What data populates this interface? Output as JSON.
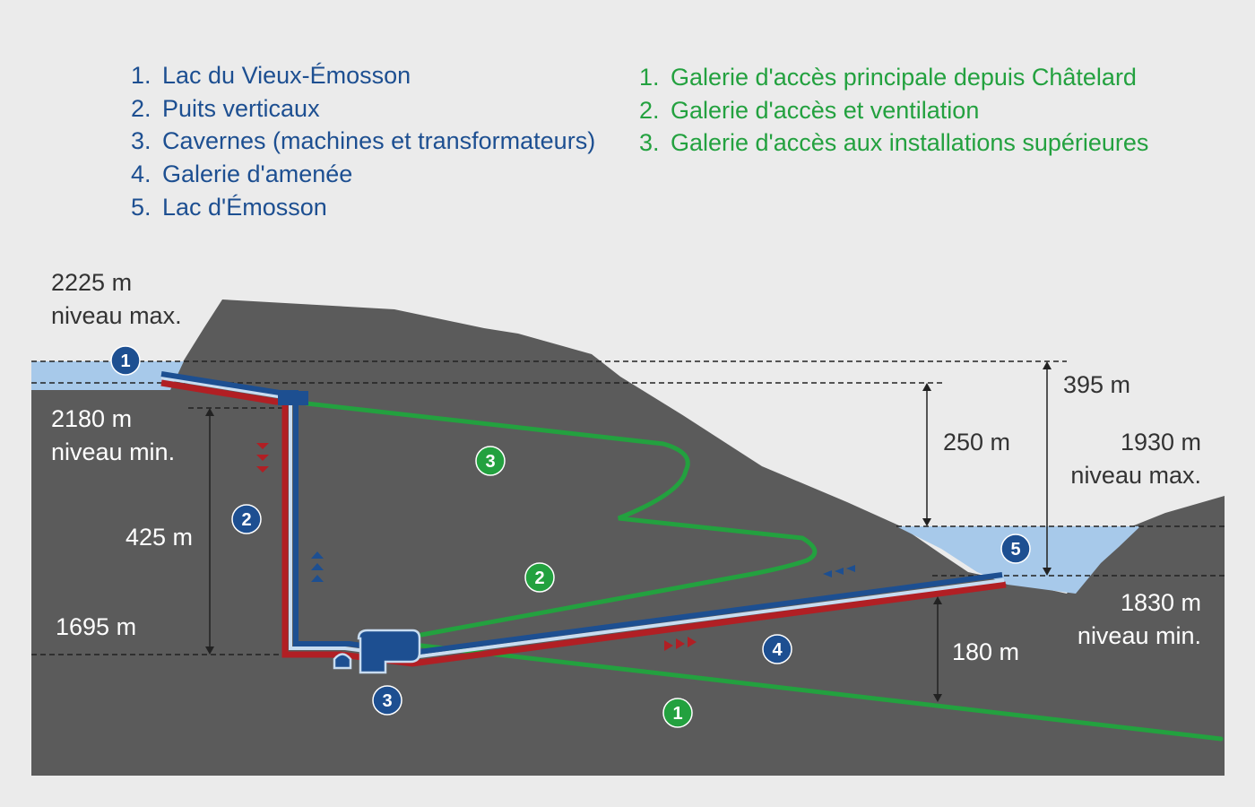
{
  "legend_blue": [
    {
      "num": "1.",
      "label": "Lac du Vieux-Émosson"
    },
    {
      "num": "2.",
      "label": "Puits verticaux"
    },
    {
      "num": "3.",
      "label": "Cavernes (machines et transformateurs)"
    },
    {
      "num": "4.",
      "label": "Galerie d'amenée"
    },
    {
      "num": "5.",
      "label": "Lac d'Émosson"
    }
  ],
  "legend_green": [
    {
      "num": "1.",
      "label": "Galerie d'accès principale depuis Châtelard"
    },
    {
      "num": "2.",
      "label": "Galerie d'accès et ventilation"
    },
    {
      "num": "3.",
      "label": "Galerie d'accès aux installations supérieures"
    }
  ],
  "labels": {
    "upper_max": {
      "value": "2225 m",
      "caption": "niveau max."
    },
    "upper_min": {
      "value": "2180 m",
      "caption": "niveau min."
    },
    "shaft_height": "425 m",
    "cavern_level": "1695 m",
    "drop_250": "250 m",
    "drop_395": "395 m",
    "lower_max": {
      "value": "1930 m",
      "caption": "niveau max."
    },
    "lower_min": {
      "value": "1830 m",
      "caption": "niveau min."
    },
    "drop_180": "180 m"
  },
  "badges": {
    "blue": [
      "1",
      "2",
      "3",
      "4",
      "5"
    ],
    "green": [
      "1",
      "2",
      "3"
    ]
  },
  "colors": {
    "background": "#ebebeb",
    "rock": "#5b5b5b",
    "water": "#a7c9ea",
    "blue": "#1d4f91",
    "green": "#23a13f",
    "red": "#b11f24"
  }
}
